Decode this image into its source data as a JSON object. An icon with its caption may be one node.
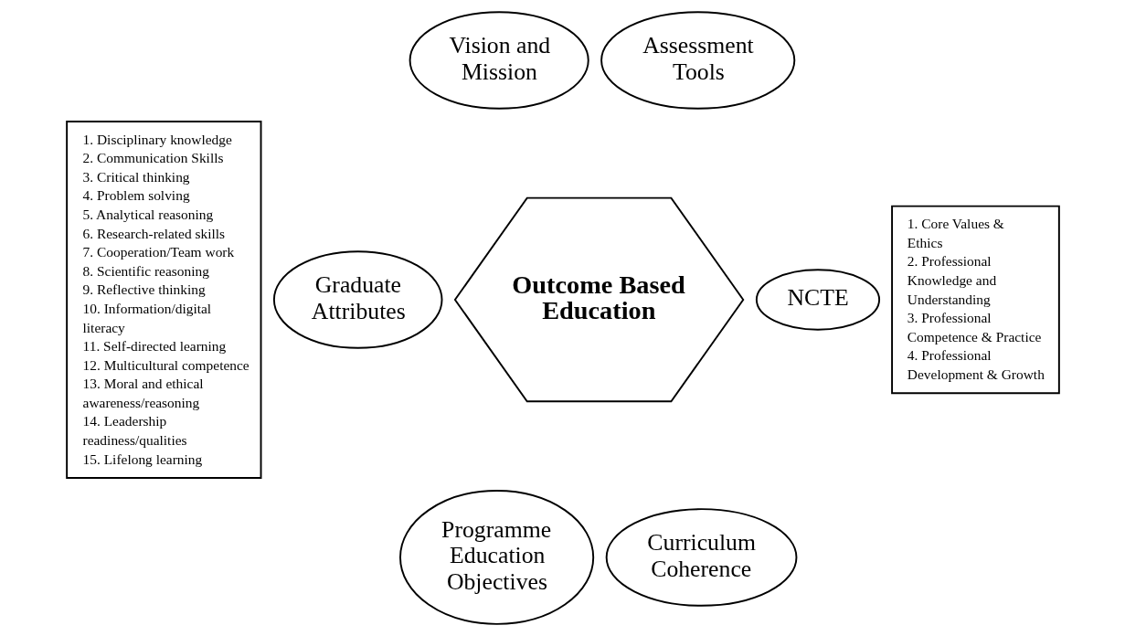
{
  "diagram": {
    "nodes": [
      {
        "text": [
          "1. Disciplinary knowledge",
          "2. Communication Skills",
          "3. Critical thinking",
          "4. Problem solving",
          "5. Analytical reasoning",
          "6. Research-related skills",
          "7. Cooperation/Team work",
          "8. Scientific reasoning",
          "9. Reflective thinking",
          "10. Information/digital literacy",
          "11. Self-directed learning",
          "12. Multicultural competence",
          "13. Moral and ethical awareness/reasoning",
          "14. Leadership readiness/qualities",
          "15. Lifelong learning"
        ]
      },
      {
        "text": [
          "Vision and Mission"
        ]
      },
      {
        "text": [
          "Assessment Tools"
        ]
      },
      {
        "text": [
          "Graduate Attributes"
        ]
      },
      {
        "text": [
          "Outcome Based Education"
        ]
      },
      {
        "text": [
          "NCTE"
        ]
      },
      {
        "text": [
          "1. Core Values & Ethics",
          "2. Professional Knowledge and Understanding",
          "3. Professional Competence & Practice",
          "4. Professional Development & Growth"
        ]
      },
      {
        "text": [
          "Programme Education Objectives"
        ]
      },
      {
        "text": [
          "Curriculum Coherence"
        ]
      }
    ],
    "edges": []
  }
}
